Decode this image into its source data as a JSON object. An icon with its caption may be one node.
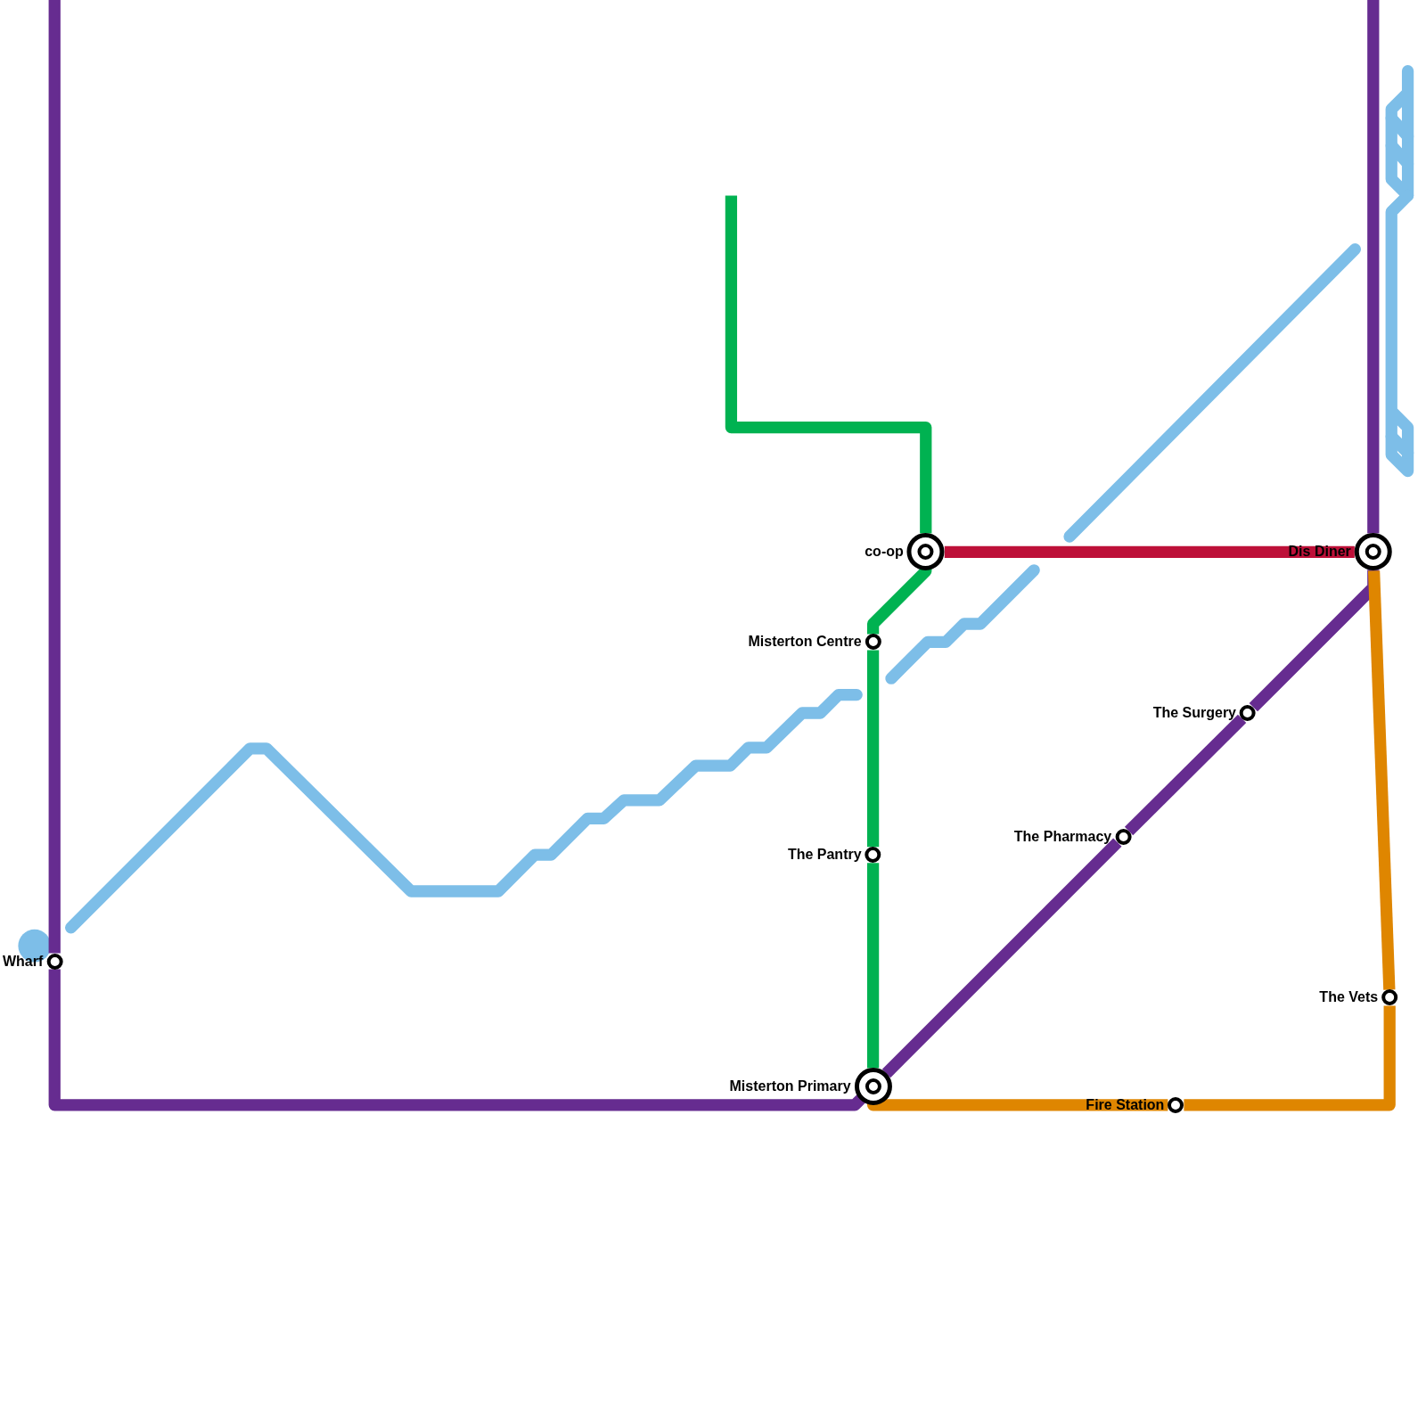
{
  "diagram": {
    "nodes": [
      {
        "text": [
          "co-op"
        ]
      },
      {
        "text": [
          "Misterton Centre"
        ]
      },
      {
        "text": [
          "Dis Diner"
        ]
      },
      {
        "text": [
          "The Surgery"
        ]
      },
      {
        "text": [
          "The Pharmacy"
        ]
      },
      {
        "text": [
          "The Pantry"
        ]
      },
      {
        "text": [
          "Wharf"
        ]
      },
      {
        "text": [
          "The Vets"
        ]
      },
      {
        "text": [
          "Misterton Primary"
        ]
      },
      {
        "text": [
          "Fire Station"
        ]
      }
    ],
    "edges": [
      {
        "from": null,
        "to": 0,
        "arrow": "none",
        "color": "#00b251"
      },
      {
        "from": 0,
        "to": 1,
        "arrow": "none",
        "color": "#00b251"
      },
      {
        "from": 1,
        "to": 5,
        "arrow": "none",
        "color": "#00b251"
      },
      {
        "from": 5,
        "to": 8,
        "arrow": "none",
        "color": "#00b251"
      },
      {
        "from": 0,
        "to": 2,
        "arrow": "none",
        "color": "#bd1038"
      },
      {
        "from": null,
        "to": 6,
        "arrow": "none"
      },
      {
        "from": 6,
        "to": 8,
        "arrow": "none"
      },
      {
        "from": 8,
        "to": 4,
        "arrow": "none"
      },
      {
        "from": 4,
        "to": 3,
        "arrow": "none"
      },
      {
        "from": 3,
        "to": 2,
        "arrow": "none"
      },
      {
        "from": 2,
        "to": null,
        "arrow": "none"
      },
      {
        "from": 8,
        "to": 9,
        "arrow": "none",
        "color": "#df8600"
      },
      {
        "from": 9,
        "to": 7,
        "arrow": "none",
        "color": "#df8600"
      },
      {
        "from": 7,
        "to": 2,
        "arrow": "none",
        "color": "#df8600"
      }
    ]
  }
}
